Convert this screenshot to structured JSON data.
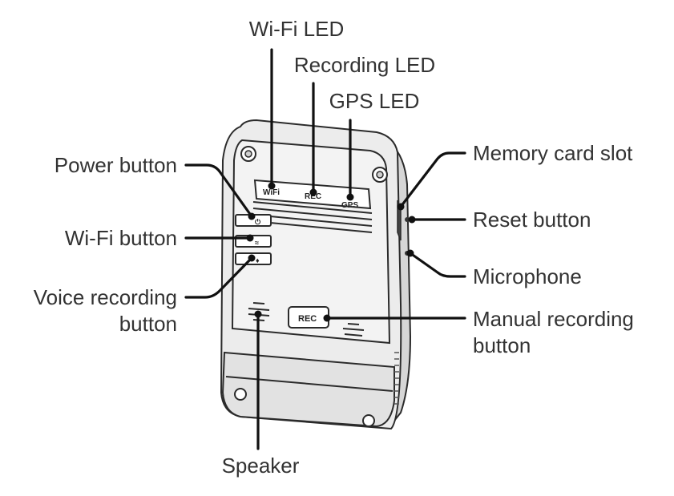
{
  "labels": {
    "wifi_led": "Wi-Fi LED",
    "recording_led": "Recording LED",
    "gps_led": "GPS LED",
    "memory_card_slot": "Memory card slot",
    "power_button": "Power button",
    "reset_button": "Reset button",
    "wifi_button": "Wi-Fi button",
    "microphone": "Microphone",
    "voice_recording_button_line1": "Voice recording",
    "voice_recording_button_line2": "button",
    "manual_recording_button_line1": "Manual recording",
    "manual_recording_button_line2": "button",
    "speaker": "Speaker"
  },
  "device": {
    "led_wifi_text": "WiFi",
    "led_rec_text": "REC",
    "led_gps_text": "GPS",
    "rec_button_text": "REC"
  }
}
